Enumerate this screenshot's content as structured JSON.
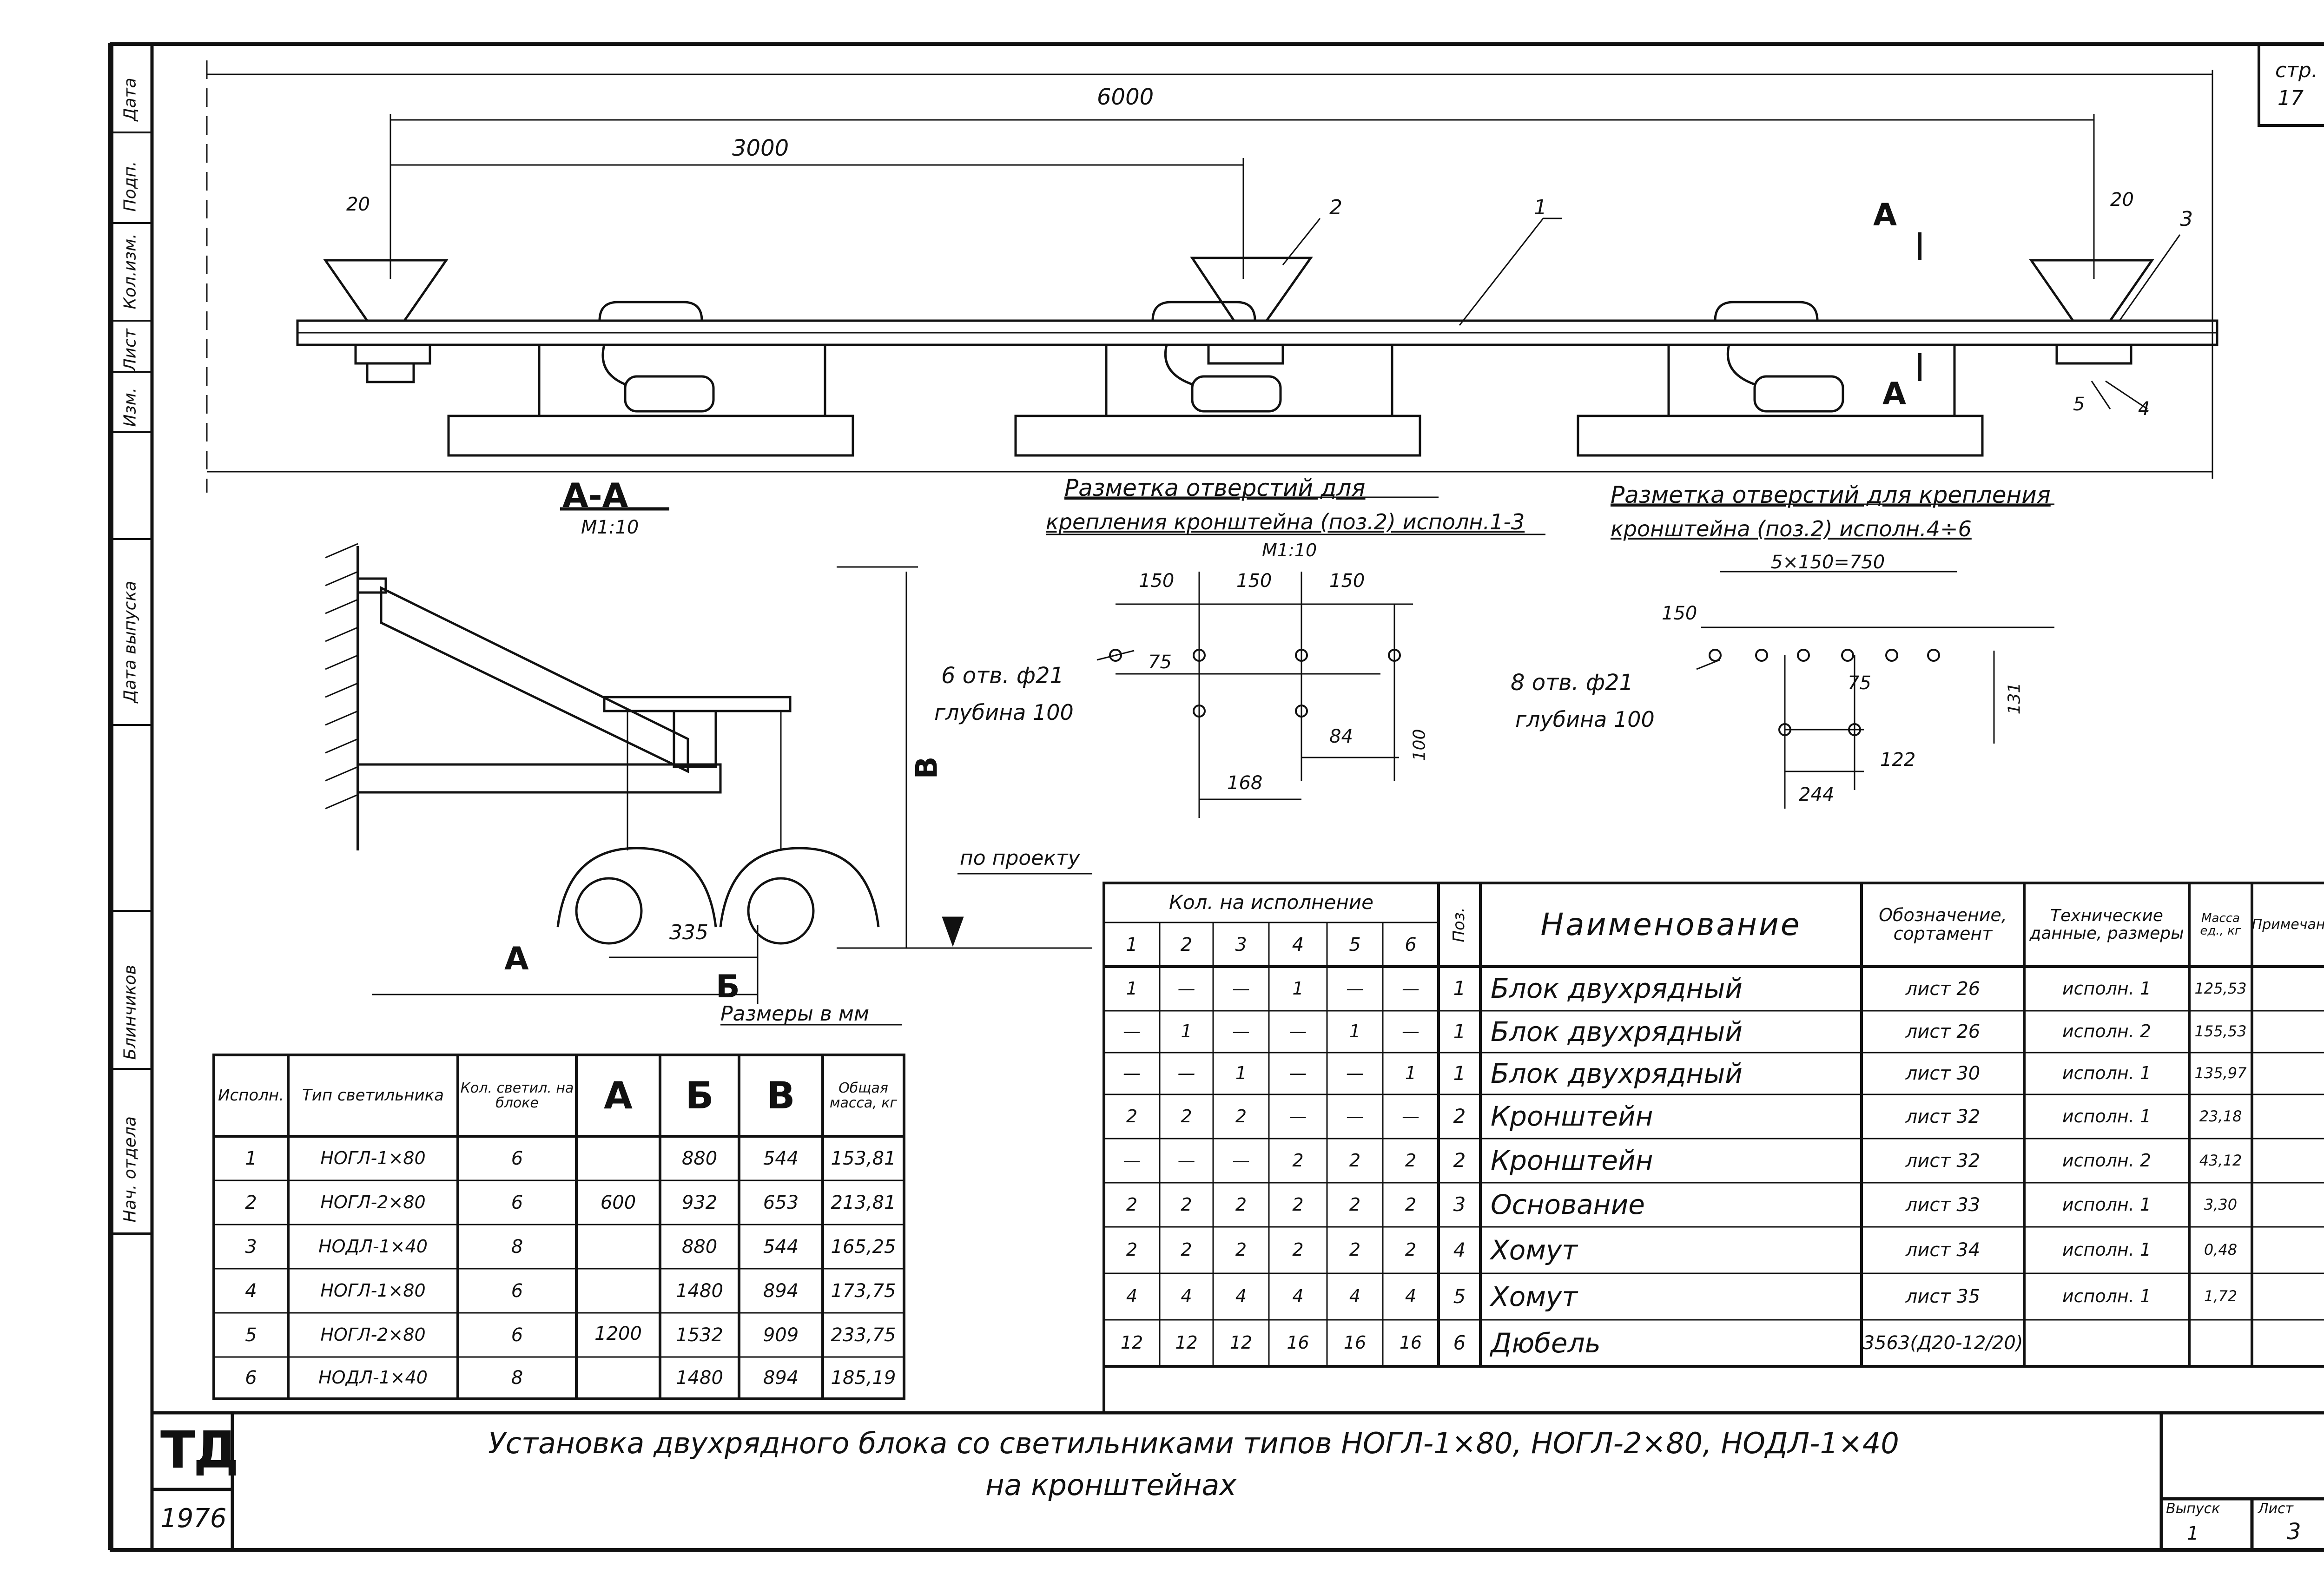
{
  "corner": {
    "page_label": "стр.",
    "page_num": "17"
  },
  "side_stamp": [
    "Дата",
    "Подп.",
    "Кол.изм.",
    "Лист",
    "Изм.",
    "Дата выпуска",
    "Блинчиков",
    "Нач. отдела"
  ],
  "plan": {
    "dim_total": "6000",
    "dim_half": "3000",
    "dim_left_20": "20",
    "dim_right_20": "20",
    "pos1": "1",
    "pos2": "2",
    "pos3": "3",
    "pos4": "4",
    "pos5": "5",
    "sec_a_top": "А",
    "sec_a_bot": "А"
  },
  "section": {
    "title": "А-А",
    "scale": "М1:10",
    "lbl_A": "А",
    "lbl_B": "Б",
    "lbl_V": "В",
    "dim_335": "335",
    "note_project": "по проекту",
    "units": "Размеры в мм"
  },
  "holes1": {
    "title1": "Разметка отверстий для",
    "title2": "крепления кронштейна (поз.2) исполн.1-3",
    "scale": "М1:10",
    "d150a": "150",
    "d150b": "150",
    "d150c": "150",
    "d75": "75",
    "d84": "84",
    "d100": "100",
    "d168": "168",
    "note1": "6 отв. ф21",
    "note2": "глубина 100"
  },
  "holes2": {
    "title1": "Разметка отверстий для крепления",
    "title2": "кронштейна (поз.2) исполн.4÷6",
    "d_total": "5×150=750",
    "d150": "150",
    "d75": "75",
    "d131": "131",
    "d122": "122",
    "d244": "244",
    "note1": "8 отв. ф21",
    "note2": "глубина 100"
  },
  "table_left": {
    "headers": [
      "Исполн.",
      "Тип светильника",
      "Кол. светил. на блоке",
      "А",
      "Б",
      "В",
      "Общая масса, кг"
    ],
    "rows": [
      [
        "1",
        "НОГЛ-1×80",
        "6",
        "",
        "880",
        "544",
        "153,81"
      ],
      [
        "2",
        "НОГЛ-2×80",
        "6",
        "600",
        "932",
        "653",
        "213,81"
      ],
      [
        "3",
        "НОДЛ-1×40",
        "8",
        "",
        "880",
        "544",
        "165,25"
      ],
      [
        "4",
        "НОГЛ-1×80",
        "6",
        "",
        "1480",
        "894",
        "173,75"
      ],
      [
        "5",
        "НОГЛ-2×80",
        "6",
        "1200",
        "1532",
        "909",
        "233,75"
      ],
      [
        "6",
        "НОДЛ-1×40",
        "8",
        "",
        "1480",
        "894",
        "185,19"
      ]
    ]
  },
  "table_right": {
    "qty_header": "Кол. на исполнение",
    "cols": [
      "1",
      "2",
      "3",
      "4",
      "5",
      "6"
    ],
    "pos_header": "Поз.",
    "name_header": "Наименование",
    "desig_header": "Обозначение, сортамент",
    "tech_header": "Технические данные, размеры",
    "mass_header": "Масса ед., кг",
    "note_header": "Примечание",
    "rows": [
      {
        "q": [
          "1",
          "—",
          "—",
          "1",
          "—",
          "—"
        ],
        "pos": "1",
        "name": "Блок двухрядный",
        "desig": "лист 26",
        "tech": "исполн. 1",
        "mass": "125,53"
      },
      {
        "q": [
          "—",
          "1",
          "—",
          "—",
          "1",
          "—"
        ],
        "pos": "1",
        "name": "Блок двухрядный",
        "desig": "лист 26",
        "tech": "исполн. 2",
        "mass": "155,53"
      },
      {
        "q": [
          "—",
          "—",
          "1",
          "—",
          "—",
          "1"
        ],
        "pos": "1",
        "name": "Блок двухрядный",
        "desig": "лист 30",
        "tech": "исполн. 1",
        "mass": "135,97"
      },
      {
        "q": [
          "2",
          "2",
          "2",
          "—",
          "—",
          "—"
        ],
        "pos": "2",
        "name": "Кронштейн",
        "desig": "лист 32",
        "tech": "исполн. 1",
        "mass": "23,18"
      },
      {
        "q": [
          "—",
          "—",
          "—",
          "2",
          "2",
          "2"
        ],
        "pos": "2",
        "name": "Кронштейн",
        "desig": "лист 32",
        "tech": "исполн. 2",
        "mass": "43,12"
      },
      {
        "q": [
          "2",
          "2",
          "2",
          "2",
          "2",
          "2"
        ],
        "pos": "3",
        "name": "Основание",
        "desig": "лист 33",
        "tech": "исполн. 1",
        "mass": "3,30"
      },
      {
        "q": [
          "2",
          "2",
          "2",
          "2",
          "2",
          "2"
        ],
        "pos": "4",
        "name": "Хомут",
        "desig": "лист 34",
        "tech": "исполн. 1",
        "mass": "0,48"
      },
      {
        "q": [
          "4",
          "4",
          "4",
          "4",
          "4",
          "4"
        ],
        "pos": "5",
        "name": "Хомут",
        "desig": "лист 35",
        "tech": "исполн. 1",
        "mass": "1,72"
      },
      {
        "q": [
          "12",
          "12",
          "12",
          "16",
          "16",
          "16"
        ],
        "pos": "6",
        "name": "Дюбель",
        "desig": "3563(Д20-12/20)",
        "tech": "",
        "mass": ""
      }
    ]
  },
  "title_block": {
    "logo": "ТД",
    "year": "1976",
    "title1": "Установка двухрядного блока со светильниками типов НОГЛ-1×80, НОГЛ-2×80, НОДЛ-1×40",
    "title2": "на кронштейнах",
    "issue_label": "Выпуск",
    "issue_num": "1",
    "sheet_label": "Лист",
    "sheet_num": "3"
  }
}
